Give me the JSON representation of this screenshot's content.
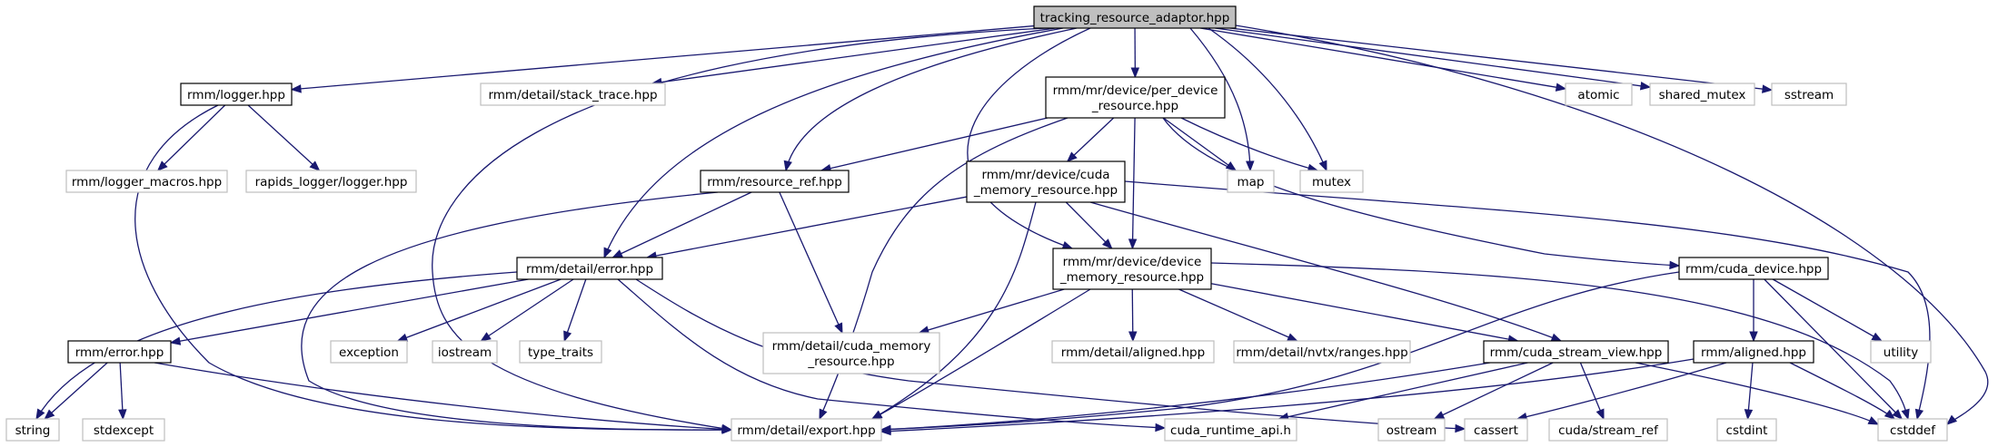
{
  "graph": {
    "nodes": [
      {
        "id": "tracking",
        "kind": "main",
        "label": [
          "tracking_resource_adaptor.hpp"
        ]
      },
      {
        "id": "logger",
        "kind": "local",
        "label": [
          "rmm/logger.hpp"
        ]
      },
      {
        "id": "stack_trace",
        "kind": "ext",
        "label": [
          "rmm/detail/stack_trace.hpp"
        ]
      },
      {
        "id": "per_device",
        "kind": "local",
        "label": [
          "rmm/mr/device/per_device",
          "_resource.hpp"
        ]
      },
      {
        "id": "atomic",
        "kind": "ext",
        "label": [
          "atomic"
        ]
      },
      {
        "id": "shared_mutex",
        "kind": "ext",
        "label": [
          "shared_mutex"
        ]
      },
      {
        "id": "sstream",
        "kind": "ext",
        "label": [
          "sstream"
        ]
      },
      {
        "id": "logger_macros",
        "kind": "ext",
        "label": [
          "rmm/logger_macros.hpp"
        ]
      },
      {
        "id": "rapids_logger",
        "kind": "ext",
        "label": [
          "rapids_logger/logger.hpp"
        ]
      },
      {
        "id": "resource_ref",
        "kind": "local",
        "label": [
          "rmm/resource_ref.hpp"
        ]
      },
      {
        "id": "cuda_mr",
        "kind": "local",
        "label": [
          "rmm/mr/device/cuda",
          "_memory_resource.hpp"
        ]
      },
      {
        "id": "map",
        "kind": "ext",
        "label": [
          "map"
        ]
      },
      {
        "id": "mutex",
        "kind": "ext",
        "label": [
          "mutex"
        ]
      },
      {
        "id": "detail_error",
        "kind": "local",
        "label": [
          "rmm/detail/error.hpp"
        ]
      },
      {
        "id": "device_mr",
        "kind": "local",
        "label": [
          "rmm/mr/device/device",
          "_memory_resource.hpp"
        ]
      },
      {
        "id": "cuda_device",
        "kind": "local",
        "label": [
          "rmm/cuda_device.hpp"
        ]
      },
      {
        "id": "rmm_error",
        "kind": "local",
        "label": [
          "rmm/error.hpp"
        ]
      },
      {
        "id": "exception",
        "kind": "ext",
        "label": [
          "exception"
        ]
      },
      {
        "id": "iostream",
        "kind": "ext",
        "label": [
          "iostream"
        ]
      },
      {
        "id": "type_traits",
        "kind": "ext",
        "label": [
          "type_traits"
        ]
      },
      {
        "id": "detail_cuda_mr",
        "kind": "ext",
        "label": [
          "rmm/detail/cuda_memory",
          "_resource.hpp"
        ]
      },
      {
        "id": "aligned_detail",
        "kind": "ext",
        "label": [
          "rmm/detail/aligned.hpp"
        ]
      },
      {
        "id": "nvtx",
        "kind": "ext",
        "label": [
          "rmm/detail/nvtx/ranges.hpp"
        ]
      },
      {
        "id": "stream_view",
        "kind": "local",
        "label": [
          "rmm/cuda_stream_view.hpp"
        ]
      },
      {
        "id": "aligned",
        "kind": "local",
        "label": [
          "rmm/aligned.hpp"
        ]
      },
      {
        "id": "utility",
        "kind": "ext",
        "label": [
          "utility"
        ]
      },
      {
        "id": "string",
        "kind": "ext",
        "label": [
          "string"
        ]
      },
      {
        "id": "stdexcept",
        "kind": "ext",
        "label": [
          "stdexcept"
        ]
      },
      {
        "id": "export",
        "kind": "ext",
        "label": [
          "rmm/detail/export.hpp"
        ]
      },
      {
        "id": "cuda_runtime",
        "kind": "ext",
        "label": [
          "cuda_runtime_api.h"
        ]
      },
      {
        "id": "ostream",
        "kind": "ext",
        "label": [
          "ostream"
        ]
      },
      {
        "id": "cassert",
        "kind": "ext",
        "label": [
          "cassert"
        ]
      },
      {
        "id": "stream_ref",
        "kind": "ext",
        "label": [
          "cuda/stream_ref"
        ]
      },
      {
        "id": "cstdint",
        "kind": "ext",
        "label": [
          "cstdint"
        ]
      },
      {
        "id": "cstddef",
        "kind": "ext",
        "label": [
          "cstddef"
        ]
      }
    ],
    "edges": [
      [
        "tracking",
        "logger"
      ],
      [
        "tracking",
        "stack_trace"
      ],
      [
        "tracking",
        "per_device"
      ],
      [
        "tracking",
        "atomic"
      ],
      [
        "tracking",
        "shared_mutex"
      ],
      [
        "tracking",
        "sstream"
      ],
      [
        "tracking",
        "resource_ref"
      ],
      [
        "tracking",
        "map"
      ],
      [
        "tracking",
        "mutex"
      ],
      [
        "tracking",
        "detail_error"
      ],
      [
        "tracking",
        "device_mr"
      ],
      [
        "tracking",
        "export"
      ],
      [
        "tracking",
        "cstddef"
      ],
      [
        "logger",
        "logger_macros"
      ],
      [
        "logger",
        "rapids_logger"
      ],
      [
        "logger",
        "export"
      ],
      [
        "per_device",
        "resource_ref"
      ],
      [
        "per_device",
        "cuda_mr"
      ],
      [
        "per_device",
        "device_mr"
      ],
      [
        "per_device",
        "map"
      ],
      [
        "per_device",
        "mutex"
      ],
      [
        "per_device",
        "cuda_device"
      ],
      [
        "per_device",
        "export"
      ],
      [
        "resource_ref",
        "detail_error"
      ],
      [
        "resource_ref",
        "detail_cuda_mr"
      ],
      [
        "resource_ref",
        "export"
      ],
      [
        "cuda_mr",
        "detail_error"
      ],
      [
        "cuda_mr",
        "device_mr"
      ],
      [
        "cuda_mr",
        "stream_view"
      ],
      [
        "cuda_mr",
        "export"
      ],
      [
        "cuda_mr",
        "cstddef"
      ],
      [
        "detail_error",
        "rmm_error"
      ],
      [
        "detail_error",
        "exception"
      ],
      [
        "detail_error",
        "iostream"
      ],
      [
        "detail_error",
        "type_traits"
      ],
      [
        "detail_error",
        "string"
      ],
      [
        "detail_error",
        "cuda_runtime"
      ],
      [
        "detail_error",
        "cassert"
      ],
      [
        "device_mr",
        "detail_cuda_mr"
      ],
      [
        "device_mr",
        "aligned_detail"
      ],
      [
        "device_mr",
        "nvtx"
      ],
      [
        "device_mr",
        "stream_view"
      ],
      [
        "device_mr",
        "export"
      ],
      [
        "device_mr",
        "cstddef"
      ],
      [
        "cuda_device",
        "aligned"
      ],
      [
        "cuda_device",
        "utility"
      ],
      [
        "cuda_device",
        "export"
      ],
      [
        "cuda_device",
        "cstddef"
      ],
      [
        "rmm_error",
        "string"
      ],
      [
        "rmm_error",
        "stdexcept"
      ],
      [
        "rmm_error",
        "export"
      ],
      [
        "stream_view",
        "export"
      ],
      [
        "stream_view",
        "cuda_runtime"
      ],
      [
        "stream_view",
        "ostream"
      ],
      [
        "stream_view",
        "stream_ref"
      ],
      [
        "stream_view",
        "cstddef"
      ],
      [
        "aligned",
        "export"
      ],
      [
        "aligned",
        "cassert"
      ],
      [
        "aligned",
        "cstdint"
      ],
      [
        "aligned",
        "cstddef"
      ]
    ]
  }
}
